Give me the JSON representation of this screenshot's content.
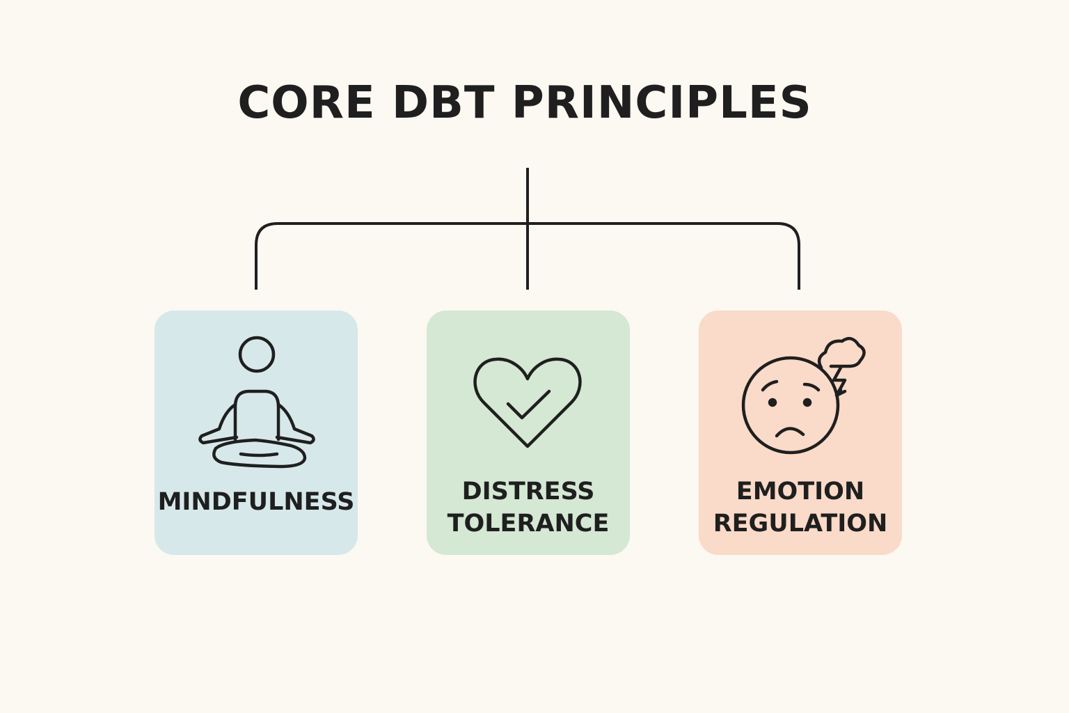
{
  "title": "CORE DBT PRINCIPLES",
  "colors": {
    "background": "#fcf8f2",
    "line": "#1f1f1f",
    "mindfulness_card": "#d6e8ea",
    "distress_card": "#d4e8d4",
    "emotion_card": "#fadac8"
  },
  "cards": [
    {
      "icon": "meditation-icon",
      "label_line1": "MINDFULNESS",
      "label_line2": ""
    },
    {
      "icon": "heart-check-icon",
      "label_line1": "DISTRESS",
      "label_line2": "TOLERANCE"
    },
    {
      "icon": "worried-face-storm-icon",
      "label_line1": "EMOTION",
      "label_line2": "REGULATION"
    }
  ]
}
